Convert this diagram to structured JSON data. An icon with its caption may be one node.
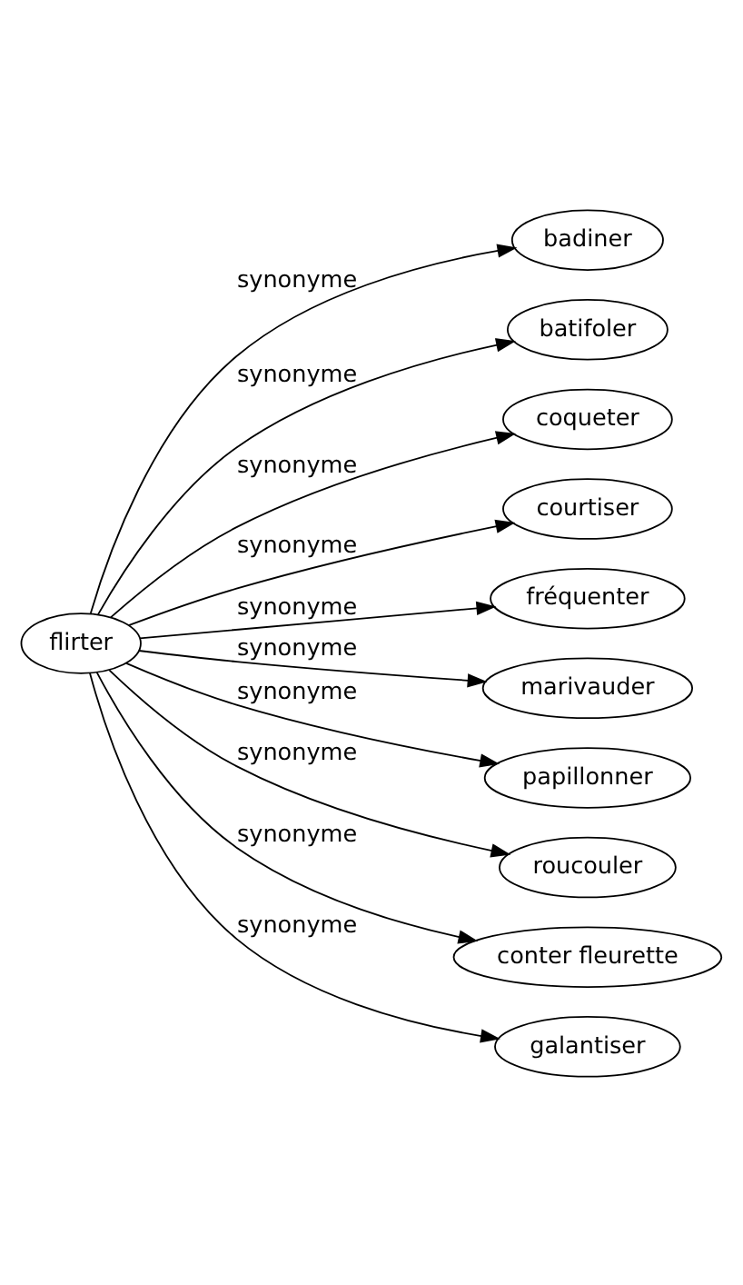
{
  "diagram": {
    "nodes": [
      {
        "text": [
          "flirter"
        ]
      },
      {
        "text": [
          "badiner"
        ]
      },
      {
        "text": [
          "batifoler"
        ]
      },
      {
        "text": [
          "coqueter"
        ]
      },
      {
        "text": [
          "courtiser"
        ]
      },
      {
        "text": [
          "fréquenter"
        ]
      },
      {
        "text": [
          "marivauder"
        ]
      },
      {
        "text": [
          "papillonner"
        ]
      },
      {
        "text": [
          "roucouler"
        ]
      },
      {
        "text": [
          "conter fleurette"
        ]
      },
      {
        "text": [
          "galantiser"
        ]
      }
    ],
    "edges": [
      {
        "from": 0,
        "to": 1,
        "arrow": "to",
        "label": "synonyme"
      },
      {
        "from": 0,
        "to": 2,
        "arrow": "to",
        "label": "synonyme"
      },
      {
        "from": 0,
        "to": 3,
        "arrow": "to",
        "label": "synonyme"
      },
      {
        "from": 0,
        "to": 4,
        "arrow": "to",
        "label": "synonyme"
      },
      {
        "from": 0,
        "to": 5,
        "arrow": "to",
        "label": "synonyme"
      },
      {
        "from": 0,
        "to": 6,
        "arrow": "to",
        "label": "synonyme"
      },
      {
        "from": 0,
        "to": 7,
        "arrow": "to",
        "label": "synonyme"
      },
      {
        "from": 0,
        "to": 8,
        "arrow": "to",
        "label": "synonyme"
      },
      {
        "from": 0,
        "to": 9,
        "arrow": "to",
        "label": "synonyme"
      },
      {
        "from": 0,
        "to": 10,
        "arrow": "to",
        "label": "synonyme"
      }
    ]
  }
}
